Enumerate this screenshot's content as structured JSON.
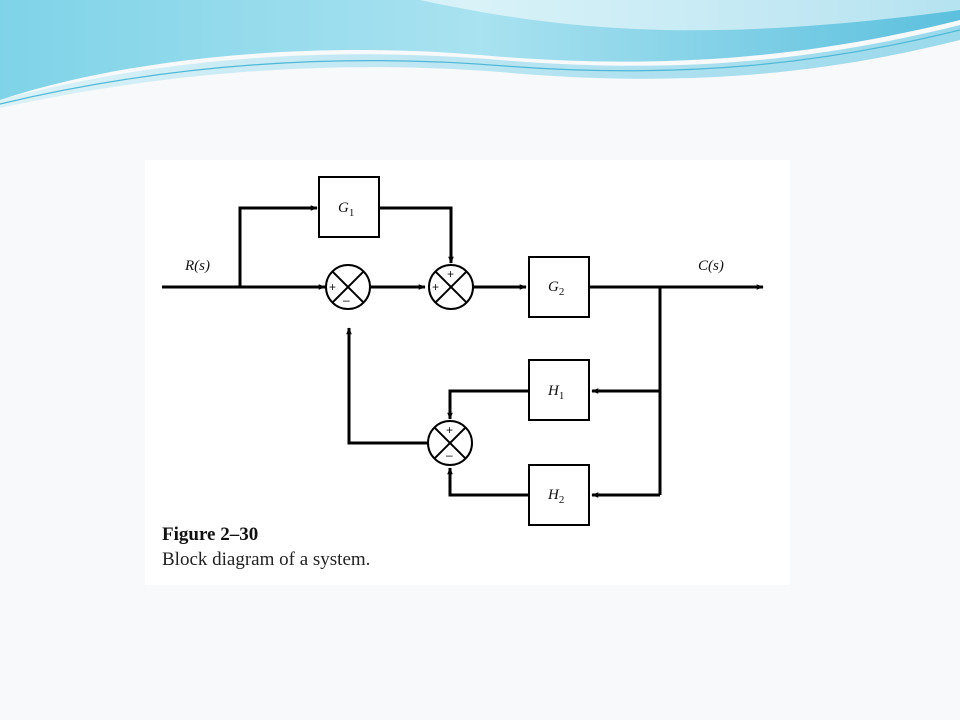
{
  "diagram": {
    "blocks": [
      {
        "id": "G1",
        "main": "G",
        "sub": "1"
      },
      {
        "id": "G2",
        "main": "G",
        "sub": "2"
      },
      {
        "id": "H1",
        "main": "H",
        "sub": "1"
      },
      {
        "id": "H2",
        "main": "H",
        "sub": "2"
      }
    ],
    "input_label": "R(s)",
    "output_label": "C(s)",
    "signs": {
      "sj1_left": "+",
      "sj1_bottom": "–",
      "sj2_left": "+",
      "sj2_top": "+",
      "sj3_top": "+",
      "sj3_bottom": "–"
    }
  },
  "caption": {
    "title": "Figure 2–30",
    "text": "Block diagram of a system."
  },
  "colors": {
    "line": "#000000",
    "banner_light": "#bfe6f2",
    "banner_dark": "#5cc3dd"
  }
}
